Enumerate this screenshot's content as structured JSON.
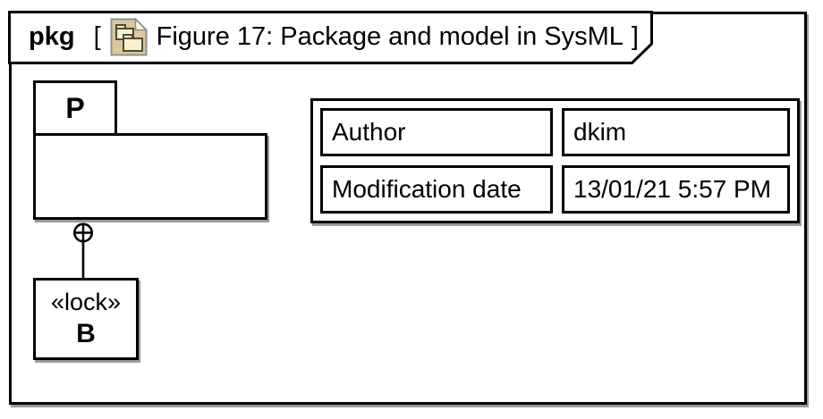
{
  "header": {
    "kind": "pkg",
    "open_bracket": "[",
    "icon": "package-diagram-icon",
    "title": "Figure 17: Package and model in SysML",
    "close_bracket": "]"
  },
  "package_p": {
    "name": "P"
  },
  "block_b": {
    "stereotype": "«lock»",
    "name": "B"
  },
  "connector": {
    "symbol": "circle-plus-containment"
  },
  "info_table": {
    "rows": [
      {
        "label": "Author",
        "value": "dkim"
      },
      {
        "label": "Modification date",
        "value": "13/01/21 5:57 PM"
      }
    ]
  },
  "colors": {
    "line": "#000000",
    "background": "#ffffff",
    "shadow": "#9a9a9a",
    "icon_document_fill": "#d9c99c",
    "icon_document_stroke": "#8f8f8f",
    "icon_fold_fill": "#fcf8e8",
    "icon_folder_fill": "#f7f1cf",
    "icon_folder_stroke": "#4f4a33"
  }
}
